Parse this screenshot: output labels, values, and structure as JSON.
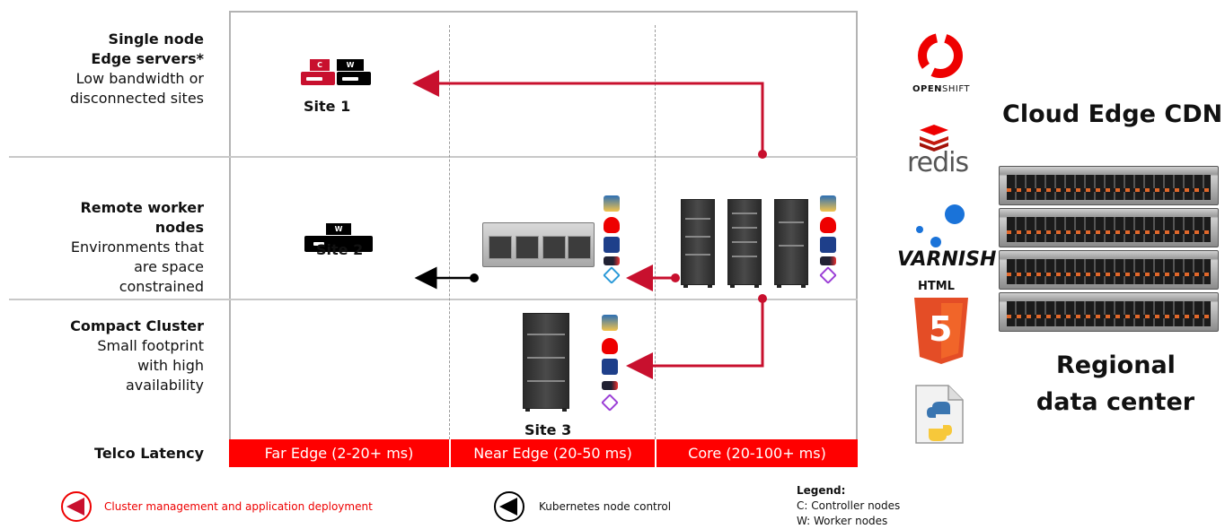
{
  "rows": [
    {
      "title_lines": [
        "Single node",
        "Edge servers*"
      ],
      "desc_lines": [
        "Low bandwidth or",
        "disconnected sites"
      ]
    },
    {
      "title_lines": [
        "Remote worker",
        "nodes"
      ],
      "desc_lines": [
        "Environments that",
        "are space",
        "constrained"
      ]
    },
    {
      "title_lines": [
        "Compact Cluster"
      ],
      "desc_lines": [
        "Small footprint",
        "with high",
        "availability"
      ]
    },
    {
      "title_lines": [
        "Telco Latency"
      ],
      "desc_lines": []
    }
  ],
  "latency": {
    "far_edge": "Far Edge (2-20+ ms)",
    "near_edge": "Near Edge (20-50 ms)",
    "core": "Core (20-100+ ms)"
  },
  "sites": {
    "site1": "Site 1",
    "site2": "Site 2",
    "site3": "Site 3"
  },
  "server_badges": {
    "controller": "C",
    "worker": "W"
  },
  "tech_logos": {
    "openshift": "OPENSHIFT",
    "openshift_prefix": "OPEN",
    "openshift_suffix": "SHIFT",
    "redis": "redis",
    "varnish": "VARNISH",
    "html": "HTML",
    "html_version": "5"
  },
  "cdn": {
    "title": "Cloud Edge CDN",
    "subtitle_line1": "Regional",
    "subtitle_line2": "data center"
  },
  "legend": {
    "cluster_mgmt": "Cluster management and application deployment",
    "k8s_control": "Kubernetes node control",
    "title": "Legend:",
    "controller": "C: Controller nodes",
    "worker": "W: Worker nodes"
  },
  "colors": {
    "accent_red": "#c8102e",
    "latency_red": "#ff0000",
    "arrow_black": "#000000"
  },
  "icons": [
    "openshift-logo",
    "redis-logo",
    "varnish-logo",
    "html5-logo",
    "python-file-icon"
  ]
}
